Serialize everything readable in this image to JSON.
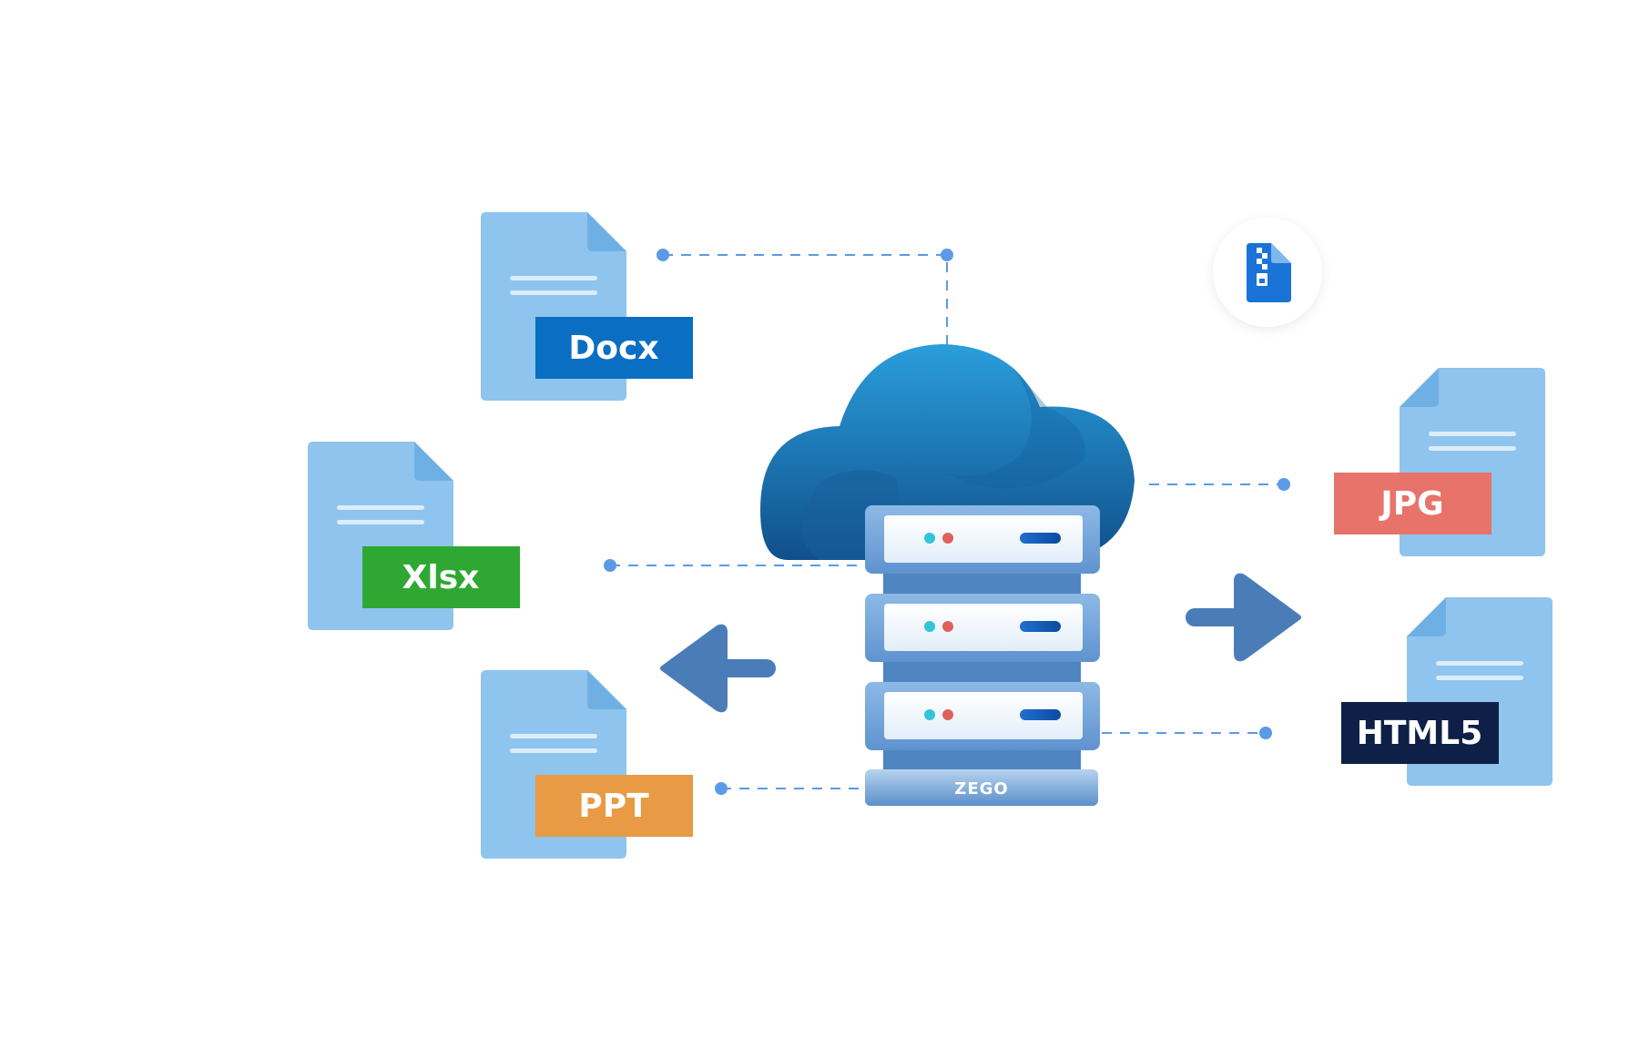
{
  "inputs": [
    {
      "label": "Docx",
      "color": "#0a6fc2"
    },
    {
      "label": "Xlsx",
      "color": "#2ea832"
    },
    {
      "label": "PPT",
      "color": "#e89a44"
    }
  ],
  "outputs": [
    {
      "label": "JPG",
      "color": "#e7736a"
    },
    {
      "label": "HTML5",
      "color": "#0f2048"
    }
  ],
  "server": {
    "brand": "ZEGO"
  },
  "colors": {
    "doc_body": "#8fc4ee",
    "doc_fold": "#6fb0e4",
    "doc_lines": "#dcecf9",
    "arrow": "#4a7db8",
    "connector": "#5b9ae6",
    "cloud_top": "#2a9bd9",
    "cloud_bottom": "#10528f",
    "badge_icon": "#1a73d6"
  },
  "icons": {
    "input_arrow": "arrow-left-icon",
    "output_arrow": "arrow-right-icon",
    "badge": "zip-file-icon"
  }
}
